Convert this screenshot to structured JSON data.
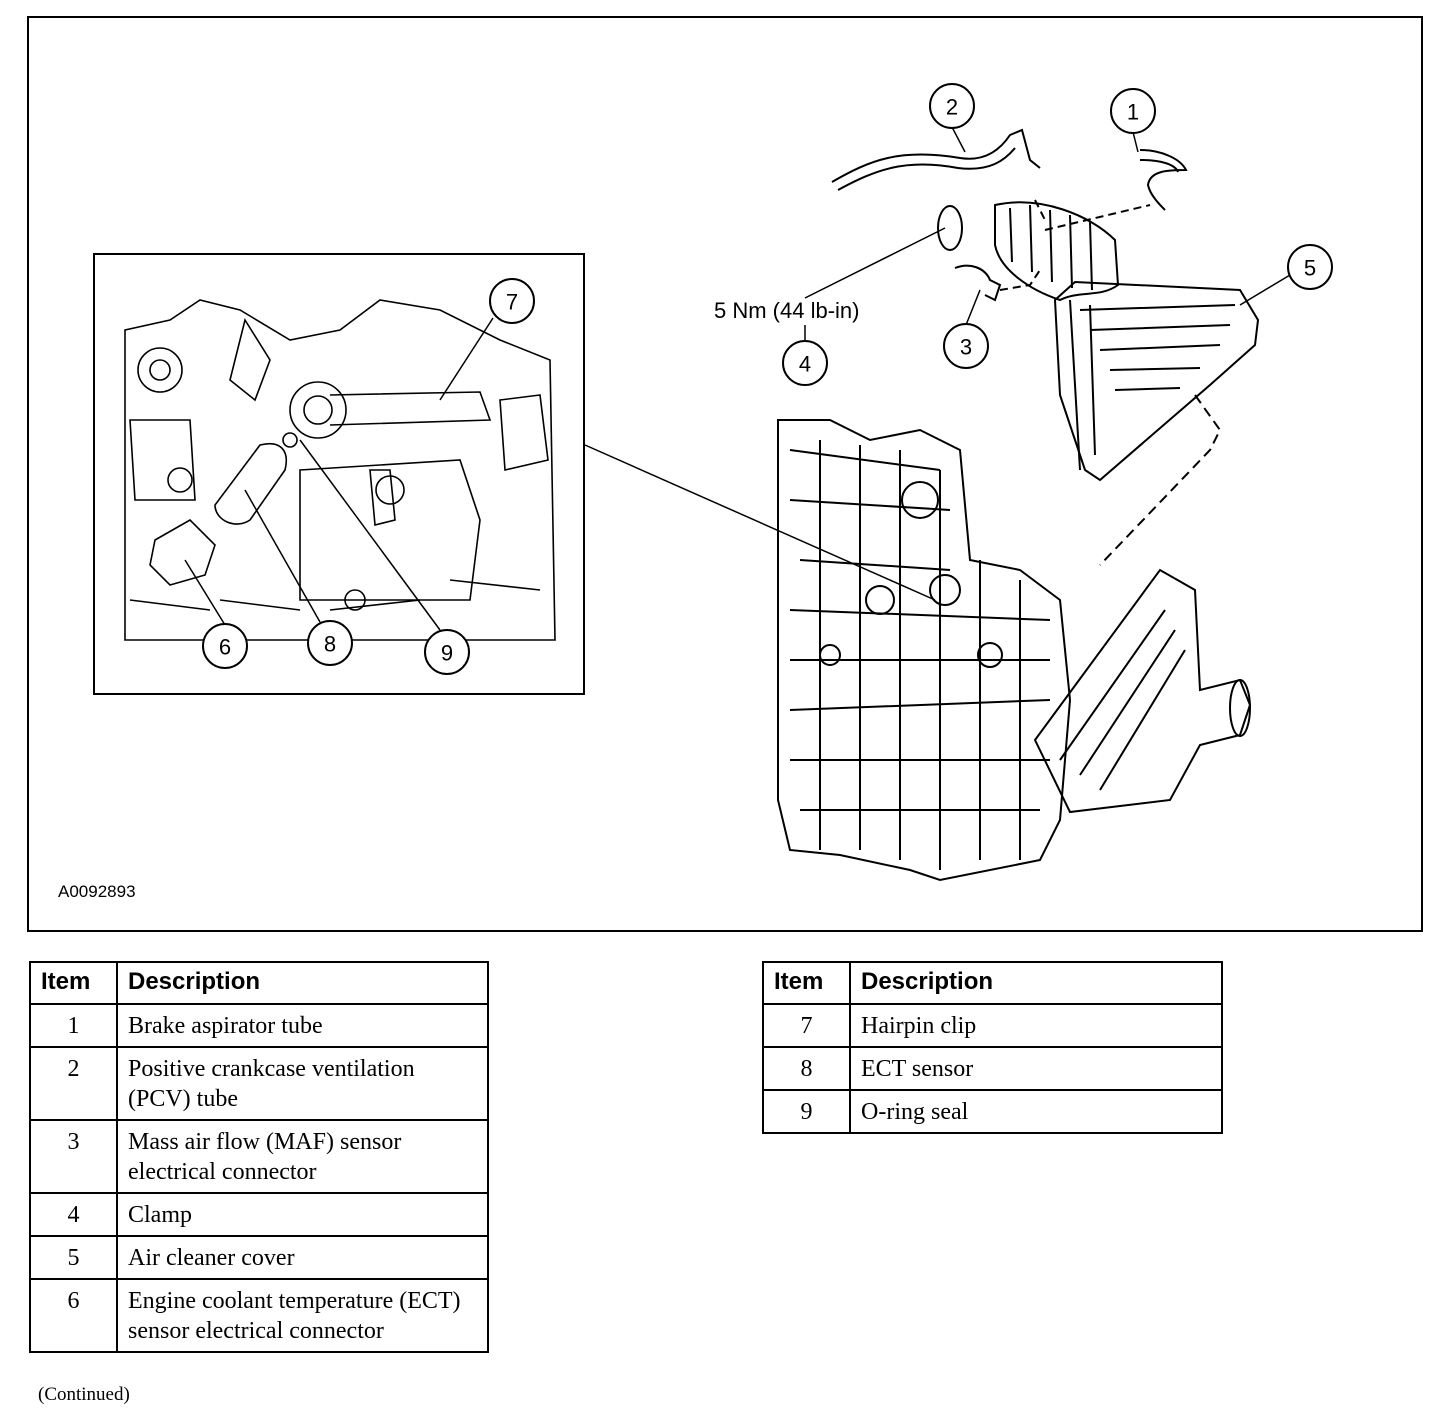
{
  "diagram": {
    "figure_id": "A0092893",
    "torque_spec": "5 Nm (44 lb-in)",
    "callouts": [
      "1",
      "2",
      "3",
      "4",
      "5",
      "6",
      "7",
      "8",
      "9"
    ]
  },
  "table_left": {
    "headers": [
      "Item",
      "Description"
    ],
    "rows": [
      {
        "item": "1",
        "description": "Brake aspirator tube"
      },
      {
        "item": "2",
        "description": "Positive crankcase ventilation (PCV) tube"
      },
      {
        "item": "3",
        "description": "Mass air flow (MAF) sensor electrical connector"
      },
      {
        "item": "4",
        "description": "Clamp"
      },
      {
        "item": "5",
        "description": "Air cleaner cover"
      },
      {
        "item": "6",
        "description": "Engine coolant temperature (ECT) sensor electrical connector"
      }
    ]
  },
  "table_right": {
    "headers": [
      "Item",
      "Description"
    ],
    "rows": [
      {
        "item": "7",
        "description": "Hairpin clip"
      },
      {
        "item": "8",
        "description": "ECT sensor"
      },
      {
        "item": "9",
        "description": "O-ring seal"
      }
    ]
  },
  "footer": {
    "continued": "(Continued)"
  }
}
